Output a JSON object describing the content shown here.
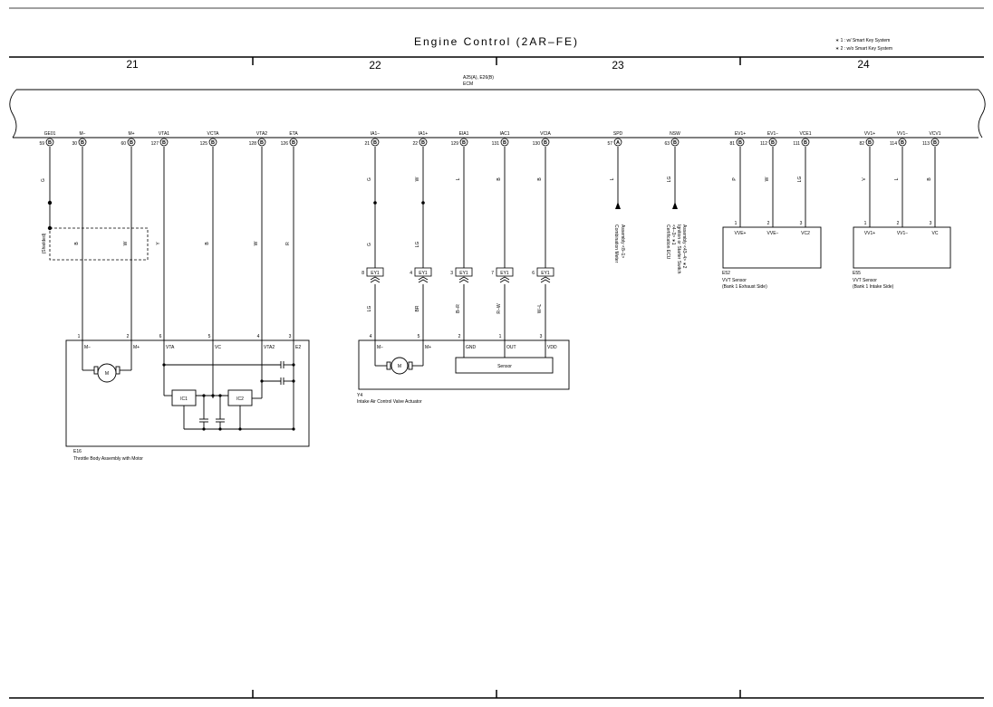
{
  "title": "Engine Control (2AR–FE)",
  "notes": [
    "∗ 1 : w/ Smart Key System",
    "∗ 2 : w/o Smart Key System"
  ],
  "columns": [
    "21",
    "22",
    "23",
    "24"
  ],
  "ecm": {
    "connectors": "A25(A), E26(B)",
    "name": "ECM"
  },
  "ecm_pins": [
    {
      "name": "GE01",
      "num": "59",
      "conn": "B"
    },
    {
      "name": "M−",
      "num": "30",
      "conn": "B"
    },
    {
      "name": "M+",
      "num": "60",
      "conn": "B"
    },
    {
      "name": "VTA1",
      "num": "127",
      "conn": "B"
    },
    {
      "name": "VCTA",
      "num": "125",
      "conn": "B"
    },
    {
      "name": "VTA2",
      "num": "128",
      "conn": "B"
    },
    {
      "name": "ETA",
      "num": "126",
      "conn": "B"
    },
    {
      "name": "IA1−",
      "num": "21",
      "conn": "B"
    },
    {
      "name": "IA1+",
      "num": "22",
      "conn": "B"
    },
    {
      "name": "EIA1",
      "num": "129",
      "conn": "B"
    },
    {
      "name": "IAC1",
      "num": "131",
      "conn": "B"
    },
    {
      "name": "VCIA",
      "num": "130",
      "conn": "B"
    },
    {
      "name": "SPD",
      "num": "57",
      "conn": "A"
    },
    {
      "name": "NSW",
      "num": "63",
      "conn": "B"
    },
    {
      "name": "EV1+",
      "num": "81",
      "conn": "B"
    },
    {
      "name": "EV1−",
      "num": "112",
      "conn": "B"
    },
    {
      "name": "VCE1",
      "num": "111",
      "conn": "B"
    },
    {
      "name": "VV1+",
      "num": "82",
      "conn": "B"
    },
    {
      "name": "VV1−",
      "num": "114",
      "conn": "B"
    },
    {
      "name": "VCV1",
      "num": "113",
      "conn": "B"
    }
  ],
  "upper_wire_colors": [
    "G",
    "B",
    "W",
    "Y",
    "B",
    "W",
    "R",
    "G",
    "W",
    "L",
    "B",
    "B",
    "L",
    "LG",
    "P",
    "W",
    "LG",
    "V",
    "L",
    "B"
  ],
  "shielded_label": "(Shielded)",
  "junction_connector": "EY1",
  "junction_pins": [
    "8",
    "4",
    "3",
    "7",
    "6"
  ],
  "mid_wire_colors": [
    "G",
    "LG"
  ],
  "lower_wire_colors": [
    "LG",
    "BR",
    "B–R",
    "R–W",
    "W–L"
  ],
  "throttle_body": {
    "id": "E16",
    "name": "Throttle Body Assembly with Motor",
    "pin_nums": [
      "1",
      "2",
      "6",
      "5",
      "4",
      "3"
    ],
    "pin_labels": [
      "M−",
      "M+",
      "VTA",
      "VC",
      "VTA2",
      "E2"
    ],
    "motor": "M",
    "ics": [
      "IC1",
      "IC2"
    ]
  },
  "intake_actuator": {
    "id": "Y4",
    "name": "Intake Air Control Valve Actuator",
    "pin_nums": [
      "4",
      "5",
      "2",
      "1",
      "3"
    ],
    "pin_labels": [
      "M−",
      "M+",
      "GND",
      "OUT",
      "VDD"
    ],
    "motor": "M",
    "sensor": "Sensor"
  },
  "refs": [
    {
      "lines": [
        "Combination Meter",
        "Assembly <8–1>"
      ]
    },
    {
      "lines": [
        "Certification ECU",
        "<4–3> ∗1",
        "Ignition or Starter Switch",
        "Assembly <43–4> ∗2"
      ]
    }
  ],
  "vvt_exhaust": {
    "id": "E52",
    "name": "VVT Sensor",
    "sub": "(Bank 1 Exhaust Side)",
    "pin_nums": [
      "1",
      "2",
      "3"
    ],
    "pin_labels": [
      "VVE+",
      "VVE−",
      "VC2"
    ]
  },
  "vvt_intake": {
    "id": "E55",
    "name": "VVT Sensor",
    "sub": "(Bank 1 Intake Side)",
    "pin_nums": [
      "1",
      "2",
      "3"
    ],
    "pin_labels": [
      "VV1+",
      "VV1−",
      "VC"
    ]
  }
}
